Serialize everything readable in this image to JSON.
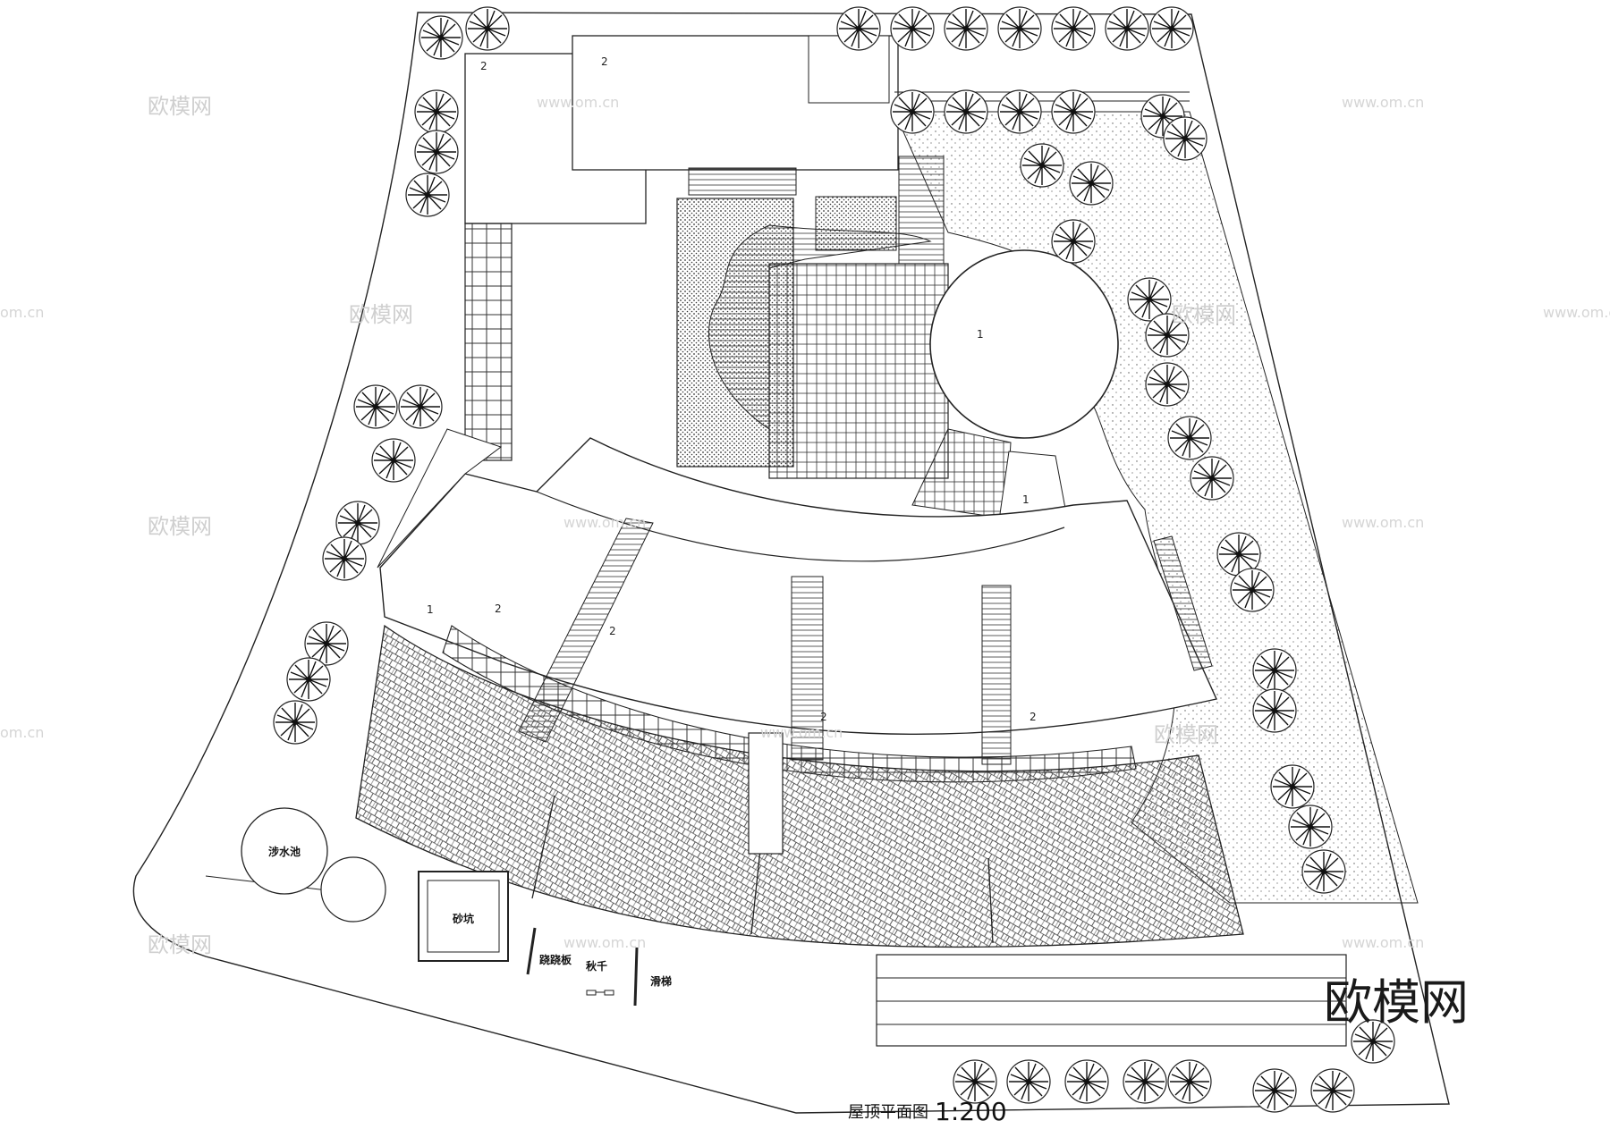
{
  "drawing": {
    "title": "屋顶平面图",
    "scale": "1:200"
  },
  "labels": {
    "wading_pool": "涉水池",
    "sandpit": "砂坑",
    "seesaw": "跷跷板",
    "swing": "秋千",
    "slide": "滑梯"
  },
  "roof_numbers": {
    "n1": "1",
    "n2": "2"
  },
  "watermark": {
    "brand": "欧模网",
    "url": "www.om.cn",
    "short": "om.cn"
  }
}
